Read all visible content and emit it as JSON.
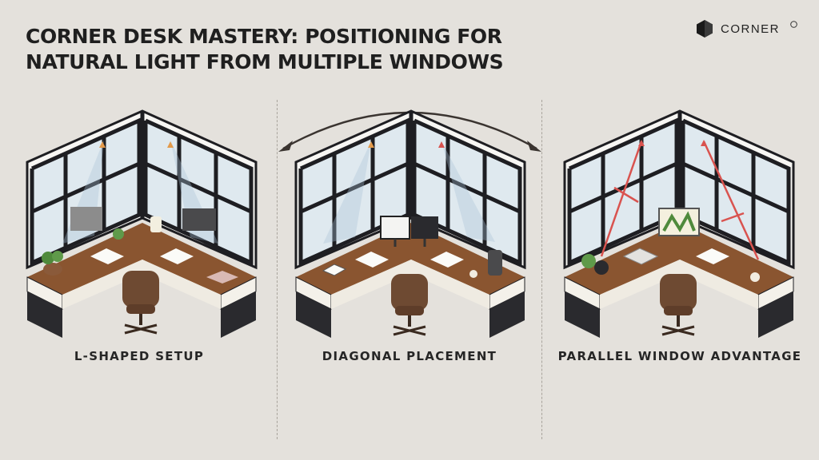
{
  "title": {
    "line1": "CORNER DESK MASTERY: POSITIONING FOR",
    "line2": "NATURAL LIGHT FROM MULTIPLE WINDOWS"
  },
  "brand": {
    "name": "CORNER",
    "icon": "hexagon-logo-icon"
  },
  "panels": [
    {
      "caption": "L-SHAPED SETUP"
    },
    {
      "caption": "DIAGONAL PLACEMENT"
    },
    {
      "caption": "PARALLEL WINDOW ADVANTAGE"
    }
  ],
  "colors": {
    "background": "#e4e1dc",
    "frame": "#1e1e22",
    "glass": "#dfe9ef",
    "desk": "#8a5530",
    "desk_front": "#f4f1ea",
    "cabinet": "#2a2a2e",
    "chair": "#6e4a32",
    "light_ray": "#a9c3d6",
    "accent_red": "#d9534f"
  }
}
